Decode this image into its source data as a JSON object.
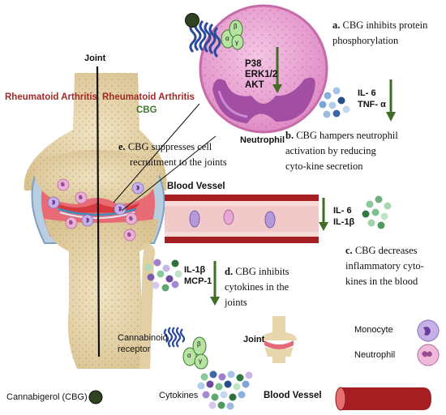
{
  "labels": {
    "joint_top": "Joint",
    "ra_left": "Rheumatoid Arthritis",
    "ra_right": "Rheumatoid Arthritis",
    "cbg_right": "CBG",
    "neutrophil_cell": "Neutrophil",
    "kinases": [
      "P38",
      "ERK1/2",
      "AKT"
    ],
    "blood_vessel": "Blood Vessel",
    "cytokine_group_b": [
      "IL- 6",
      "TNF- α"
    ],
    "cytokine_group_c": [
      "IL- 6",
      "IL-1β"
    ],
    "cytokine_group_d": [
      "IL-1β",
      "MCP-1"
    ],
    "receptor_subunits": [
      "β",
      "α",
      "γ"
    ]
  },
  "statements": {
    "a_letter": "a.",
    "a_text": [
      "CBG inhibits protein",
      "phosphorylation"
    ],
    "b_letter": "b.",
    "b_text": [
      "CBG hampers neutrophil",
      "activation by reducing",
      "cyto-kine secretion"
    ],
    "c_letter": "c.",
    "c_text": [
      "CBG decreases",
      "inflammatory cyto-",
      "kines in the blood"
    ],
    "d_letter": "d.",
    "d_text": [
      "CBG inhibits",
      "cytokines in the",
      "joints"
    ],
    "e_letter": "e.",
    "e_text": [
      "CBG suppresses cell",
      "recruitment to the joints"
    ]
  },
  "legend": {
    "receptor": [
      "Cannabinoid",
      "receptor"
    ],
    "cytokines": "Cytokines",
    "joint": "Joint",
    "monocyte": "Monocyte",
    "neutrophil": "Neutrophil",
    "cbg": "Cannabigerol (CBG)",
    "blood_vessel": "Blood Vessel"
  },
  "colors": {
    "ra_red": "#a12a26",
    "cbg_green": "#3d7a2c",
    "arrow_green": "#3f6e24",
    "vessel_red": "#a41e22",
    "neutrophil_pink": "#e9a7d4",
    "neutrophil_nucleus": "#a04aa0",
    "monocyte_purple": "#b49ad9",
    "bone_tan": "#e8d8b4"
  }
}
